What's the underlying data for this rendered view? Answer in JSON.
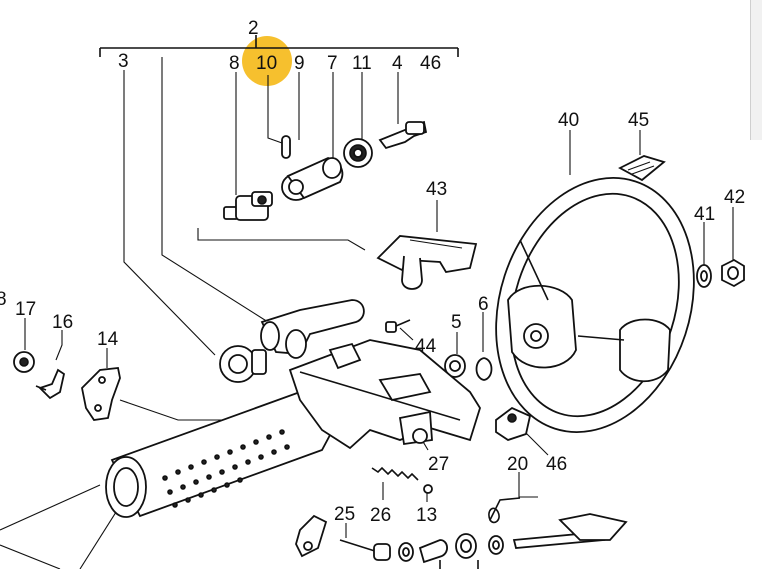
{
  "diagram": {
    "highlight_color": "#F6C02E",
    "highlighted_label": "10",
    "labels": {
      "l2": "2",
      "l3": "3",
      "l8": "8",
      "l10": "10",
      "l9": "9",
      "l7": "7",
      "l11": "11",
      "l4": "4",
      "l46a": "46",
      "l40": "40",
      "l45": "45",
      "l43": "43",
      "l41": "41",
      "l42": "42",
      "l18": "8",
      "l17": "17",
      "l16": "16",
      "l14": "14",
      "l5": "5",
      "l6": "6",
      "l44": "44",
      "l27": "27",
      "l20": "20",
      "l46b": "46",
      "l25": "25",
      "l26": "26",
      "l13": "13"
    }
  }
}
